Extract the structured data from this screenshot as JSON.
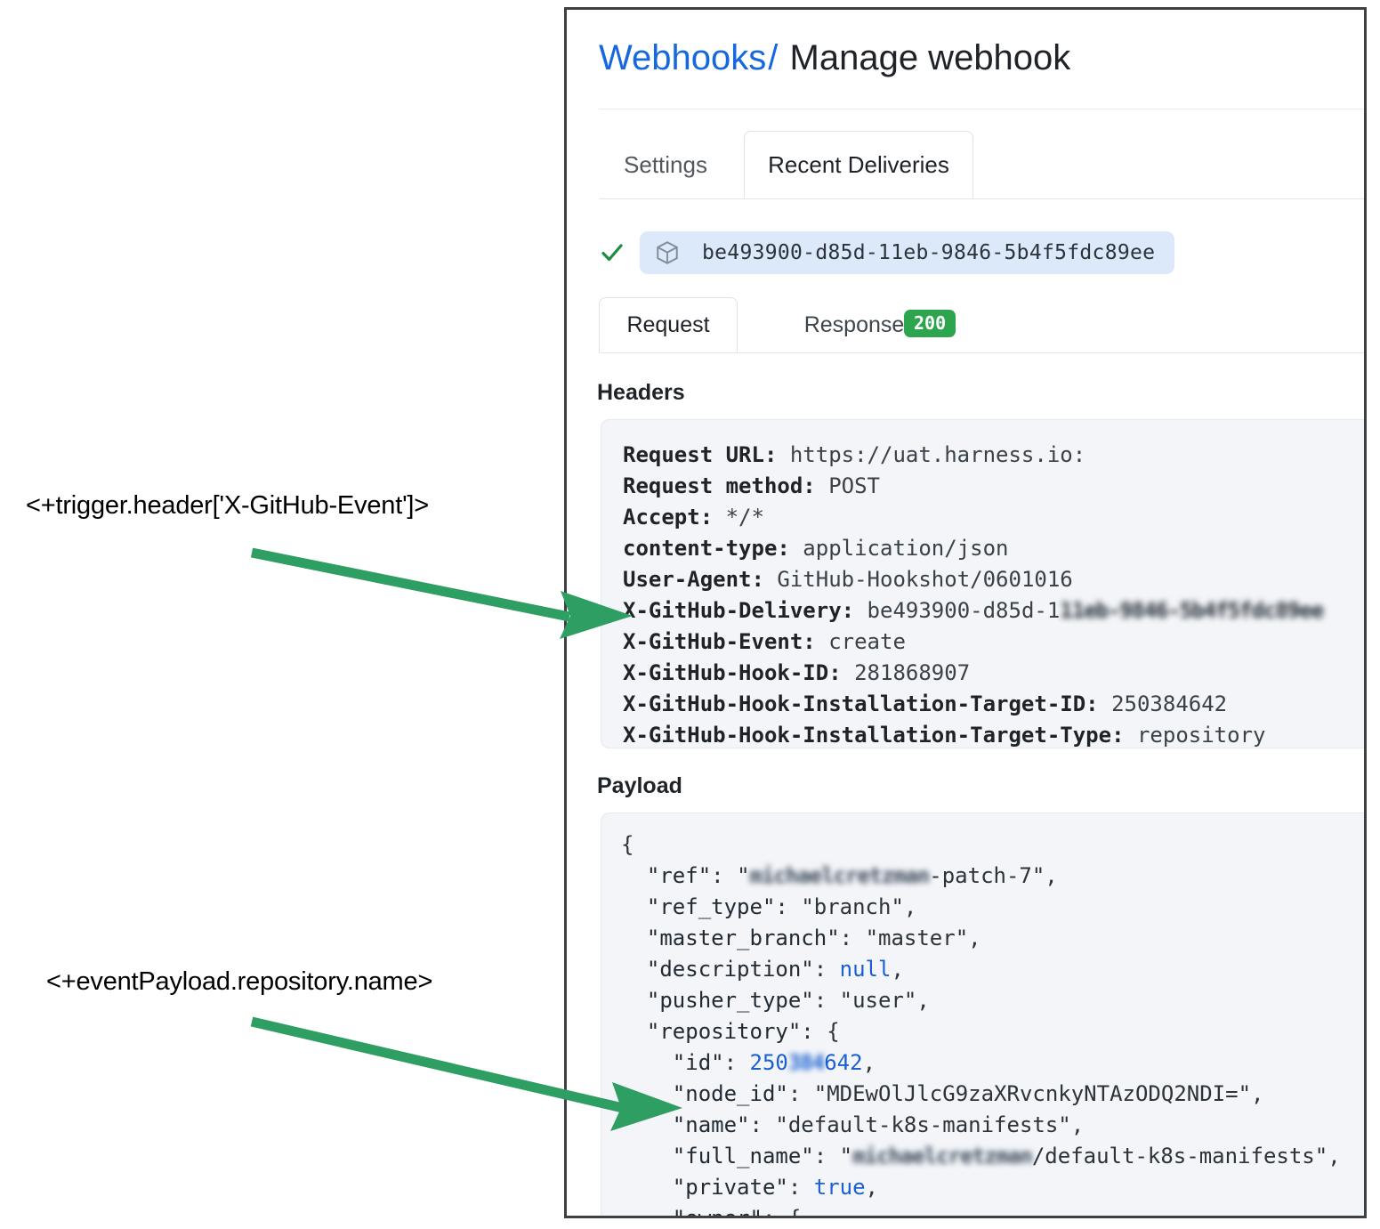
{
  "annotations": [
    {
      "id": "trigger-header-expression",
      "text": "<+trigger.header['X-GitHub-Event']>"
    },
    {
      "id": "event-payload-expression",
      "text": "<+eventPayload.repository.name>"
    }
  ],
  "panel": {
    "breadcrumb": {
      "link": "Webhooks",
      "separator": "/",
      "current": "Manage webhook"
    },
    "tabs": [
      {
        "label": "Settings",
        "active": false
      },
      {
        "label": "Recent Deliveries",
        "active": true
      }
    ],
    "delivery": {
      "status_icon": "check-icon",
      "package_icon": "cube-icon",
      "id": "be493900-d85d-11eb-9846-5b4f5fdc89ee"
    },
    "inner_tabs": [
      {
        "label": "Request",
        "active": true
      },
      {
        "label": "Response",
        "active": false
      }
    ],
    "status_badge": "200",
    "sections": {
      "headers_label": "Headers",
      "payload_label": "Payload"
    },
    "headers": [
      {
        "key": "Request URL:",
        "value": "https://uat.harness.io:"
      },
      {
        "key": "Request method:",
        "value": "POST"
      },
      {
        "key": "Accept:",
        "value": "*/*"
      },
      {
        "key": "content-type:",
        "value": "application/json"
      },
      {
        "key": "User-Agent:",
        "value": "GitHub-Hookshot/0601016"
      },
      {
        "key": "X-GitHub-Delivery:",
        "value": "be493900-d85d-1",
        "redacted_suffix": "11eb-9846-5b4f5fdc89ee"
      },
      {
        "key": "X-GitHub-Event:",
        "value": "create"
      },
      {
        "key": "X-GitHub-Hook-ID:",
        "value": "281868907"
      },
      {
        "key": "X-GitHub-Hook-Installation-Target-ID:",
        "value": "250384642"
      },
      {
        "key": "X-GitHub-Hook-Installation-Target-Type:",
        "value": "repository"
      }
    ],
    "payload_lines": [
      "{",
      "  \"ref\": \"<redacted>-patch-7\",",
      "  \"ref_type\": \"branch\",",
      "  \"master_branch\": \"master\",",
      "  \"description\": null,",
      "  \"pusher_type\": \"user\",",
      "  \"repository\": {",
      "    \"id\": 250<redacted>642,",
      "    \"node_id\": \"MDEwOlJlcG9zaXRvcnkyNTAzODQ2NDI=\",",
      "    \"name\": \"default-k8s-manifests\",",
      "    \"full_name\": \"<redacted>/default-k8s-manifests\",",
      "    \"private\": true,",
      "    \"owner\": {"
    ],
    "payload_redactions": {
      "ref_user": "michaelcretzman",
      "full_name_user": "michaelcretzman",
      "id_middle": "384"
    }
  },
  "colors": {
    "accent_link": "#1668dc",
    "arrow_green": "#2e9e62",
    "badge_green": "#2da44e",
    "pill_blue": "#dbe9fb",
    "code_bg": "#f3f5f8",
    "panel_border": "#3d4144"
  }
}
